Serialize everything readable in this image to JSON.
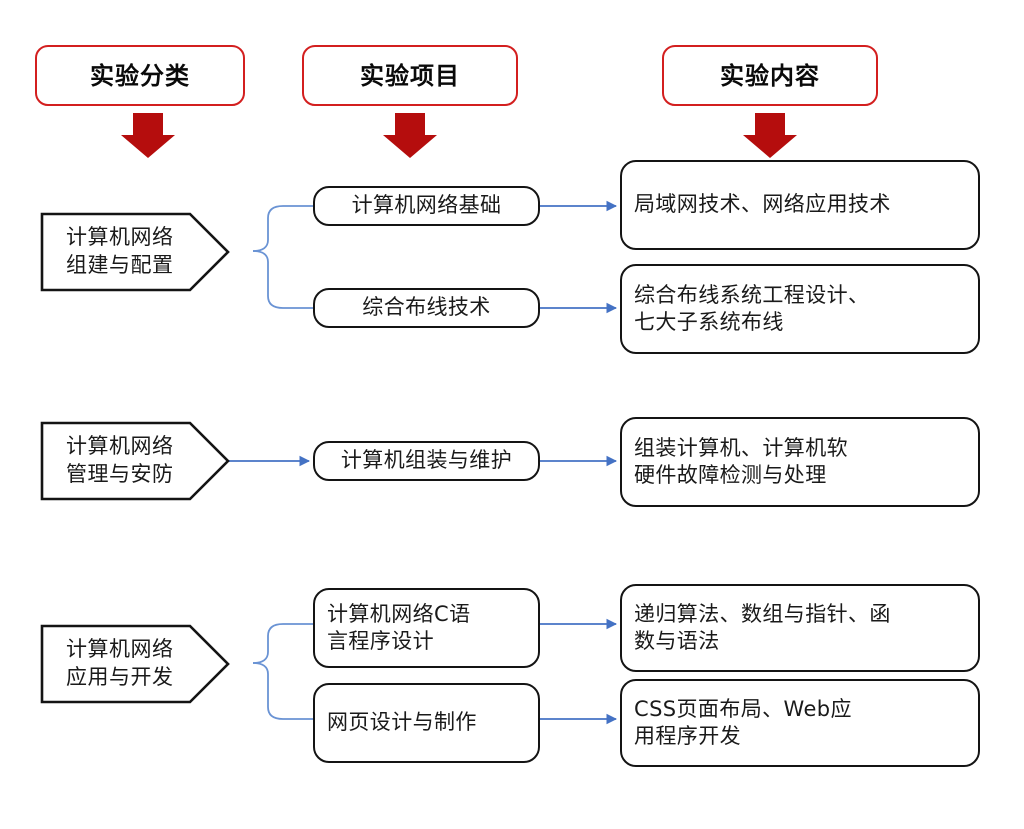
{
  "diagram": {
    "title_columns": [
      {
        "id": "col-classification",
        "label": "实验分类"
      },
      {
        "id": "col-project",
        "label": "实验项目"
      },
      {
        "id": "col-content",
        "label": "实验内容"
      }
    ],
    "colors": {
      "header_border": "#D31F1F",
      "down_arrow": "#B50D0D",
      "box_border": "#141414",
      "connector_blue": "#6A93D4",
      "arrow_blue": "#4472C4",
      "text": "#1a1a1a",
      "background": "#ffffff"
    },
    "icons": {
      "down_arrow": "down-arrow-icon",
      "right_arrow": "right-arrow-icon",
      "brace": "curly-brace-connector-icon"
    },
    "rows": [
      {
        "id": "row-network-build",
        "category": "计算机网络\n组建与配置",
        "category_line1": "计算机网络",
        "category_line2": "组建与配置",
        "items": [
          {
            "project": "计算机网络基础",
            "content_line1": "局域网技术、网络应用技术",
            "content_line2": ""
          },
          {
            "project": "综合布线技术",
            "content_line1": "综合布线系统工程设计、",
            "content_line2": "七大子系统布线"
          }
        ]
      },
      {
        "id": "row-network-manage",
        "category": "计算机网络\n管理与安防",
        "category_line1": "计算机网络",
        "category_line2": "管理与安防",
        "items": [
          {
            "project": "计算机组装与维护",
            "content_line1": "组装计算机、计算机软",
            "content_line2": "硬件故障检测与处理"
          }
        ]
      },
      {
        "id": "row-network-app",
        "category": "计算机网络\n应用与开发",
        "category_line1": "计算机网络",
        "category_line2": "应用与开发",
        "items": [
          {
            "project_line1": "计算机网络C语",
            "project_line2": "言程序设计",
            "content_line1": "递归算法、数组与指针、函",
            "content_line2": "数与语法"
          },
          {
            "project_line1": "网页设计与制作",
            "project_line2": "",
            "content_line1": "CSS页面布局、Web应",
            "content_line2": "用程序开发"
          }
        ]
      }
    ]
  }
}
